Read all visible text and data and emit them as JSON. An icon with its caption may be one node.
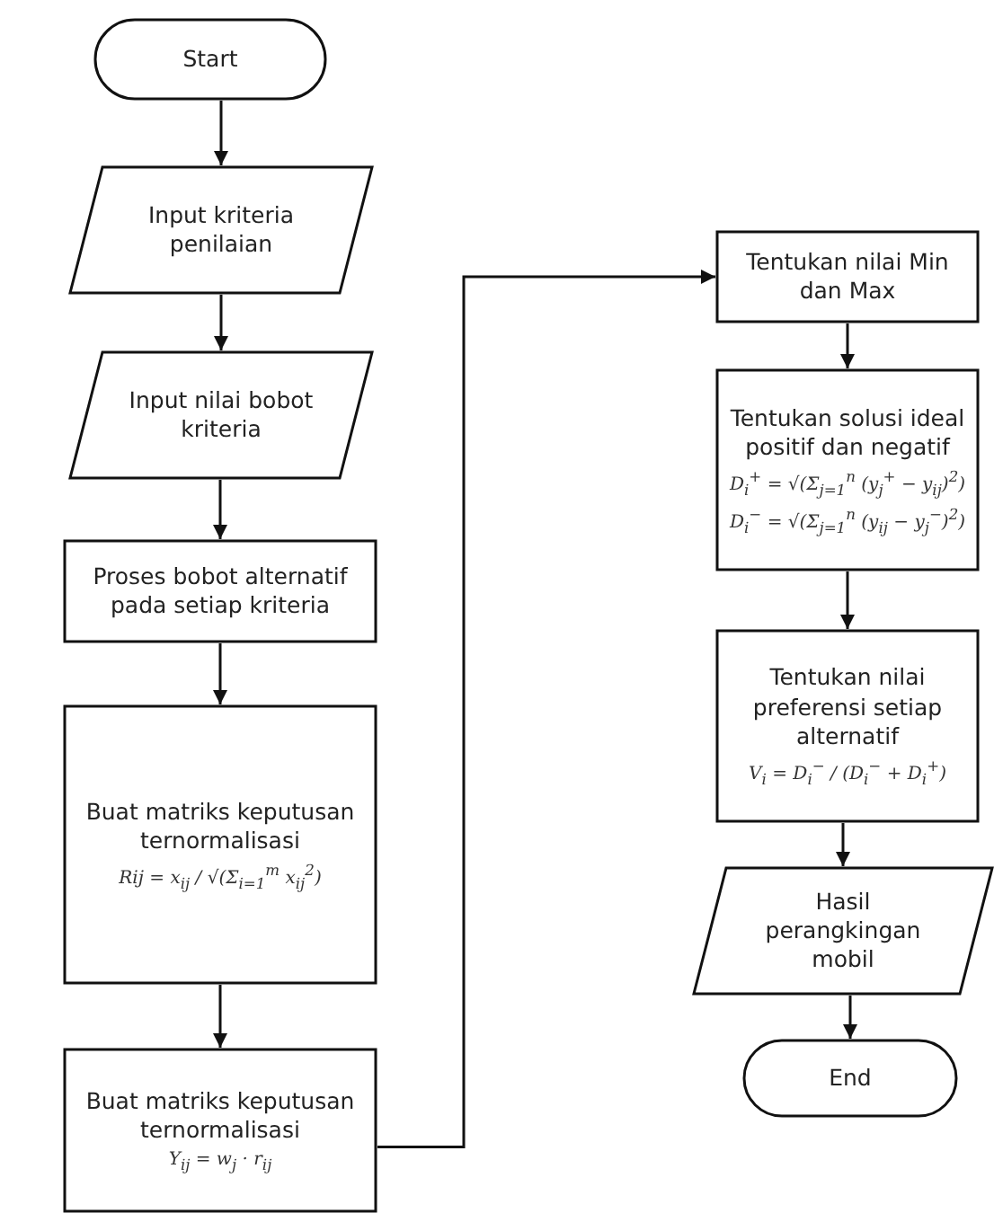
{
  "diagram": {
    "nodes": [
      {
        "text": [
          "Start"
        ]
      },
      {
        "text": [
          "Input kriteria penilaian"
        ]
      },
      {
        "text": [
          "Input nilai bobot kriteria"
        ]
      },
      {
        "text": [
          "Proses bobot alternatif pada setiap kriteria"
        ]
      },
      {
        "text": [
          "Buat matriks keputusan ternormalisasi",
          "Rij = x$_{ij}$ / √(Σ$_{i=1}$$^{m}$ x$_{ij}$$^{2}$)"
        ]
      },
      {
        "text": [
          "Buat matriks keputusan ternormalisasi",
          "Y$_{ij}$ = w$_{j}$ · r$_{ij}$"
        ]
      },
      {
        "text": [
          "Tentukan nilai Min dan Max"
        ]
      },
      {
        "text": [
          "Tentukan solusi ideal positif dan negatif",
          "D$_{i}$$^{+}$ = √(Σ$_{j=1}$$^{n}$ (y$_{j}$$^{+}$ − y$_{ij}$)$^{2}$)",
          "D$_{i}$$^{−}$ = √(Σ$_{j=1}$$^{n}$ (y$_{ij}$ − y$_{j}$$^{−}$)$^{2}$)"
        ]
      },
      {
        "text": [
          "Tentukan nilai preferensi setiap alternatif",
          "V$_{i}$ = D$_{i}$$^{−}$ / (D$_{i}$$^{−}$ + D$_{i}$$^{+}$)"
        ]
      },
      {
        "text": [
          "Hasil perangkingan mobil"
        ]
      },
      {
        "text": [
          "End"
        ]
      }
    ],
    "edges": [
      {
        "from": 0,
        "to": 1,
        "arrow": "to"
      },
      {
        "from": 1,
        "to": 2,
        "arrow": "to"
      },
      {
        "from": 2,
        "to": 3,
        "arrow": "to"
      },
      {
        "from": 3,
        "to": 4,
        "arrow": "to"
      },
      {
        "from": 4,
        "to": 5,
        "arrow": "to"
      },
      {
        "from": 5,
        "to": 6,
        "arrow": "to"
      },
      {
        "from": 6,
        "to": 7,
        "arrow": "to"
      },
      {
        "from": 7,
        "to": 8,
        "arrow": "to"
      },
      {
        "from": 8,
        "to": 9,
        "arrow": "to"
      },
      {
        "from": 9,
        "to": 10,
        "arrow": "to"
      }
    ]
  }
}
